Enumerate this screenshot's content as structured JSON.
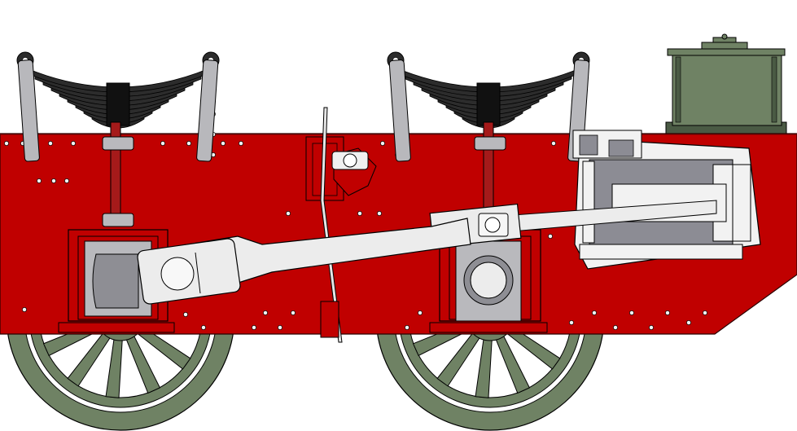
{
  "colors": {
    "background": "#ffffff",
    "frame": "#c00000",
    "frame_outline": "#2a0000",
    "wheel": "#6f8264",
    "wheel_dark": "#4a5a44",
    "spring": "#2c2c2c",
    "spring_band": "#111111",
    "hanger": "#b8b8bc",
    "metal": "#b9b9bd",
    "metal_dark": "#8e8e94",
    "rod": "#ececec",
    "cylinder_cover": "#f2f2f2",
    "cylinder_bore": "#8c8c94",
    "box": "#6f8264",
    "outline": "#000000",
    "rivet": "#f2f2f2"
  },
  "components": {
    "wheels": [
      "leading-wheel",
      "driving-wheel"
    ],
    "springs": [
      "leading-leaf-spring",
      "driving-leaf-spring"
    ],
    "axleboxes": [
      "leading-axlebox",
      "driving-axlebox"
    ],
    "parts": [
      "frame-plate",
      "cylinder",
      "piston-rod",
      "connecting-rod",
      "crosshead",
      "reversing-lever",
      "sandbox"
    ]
  }
}
